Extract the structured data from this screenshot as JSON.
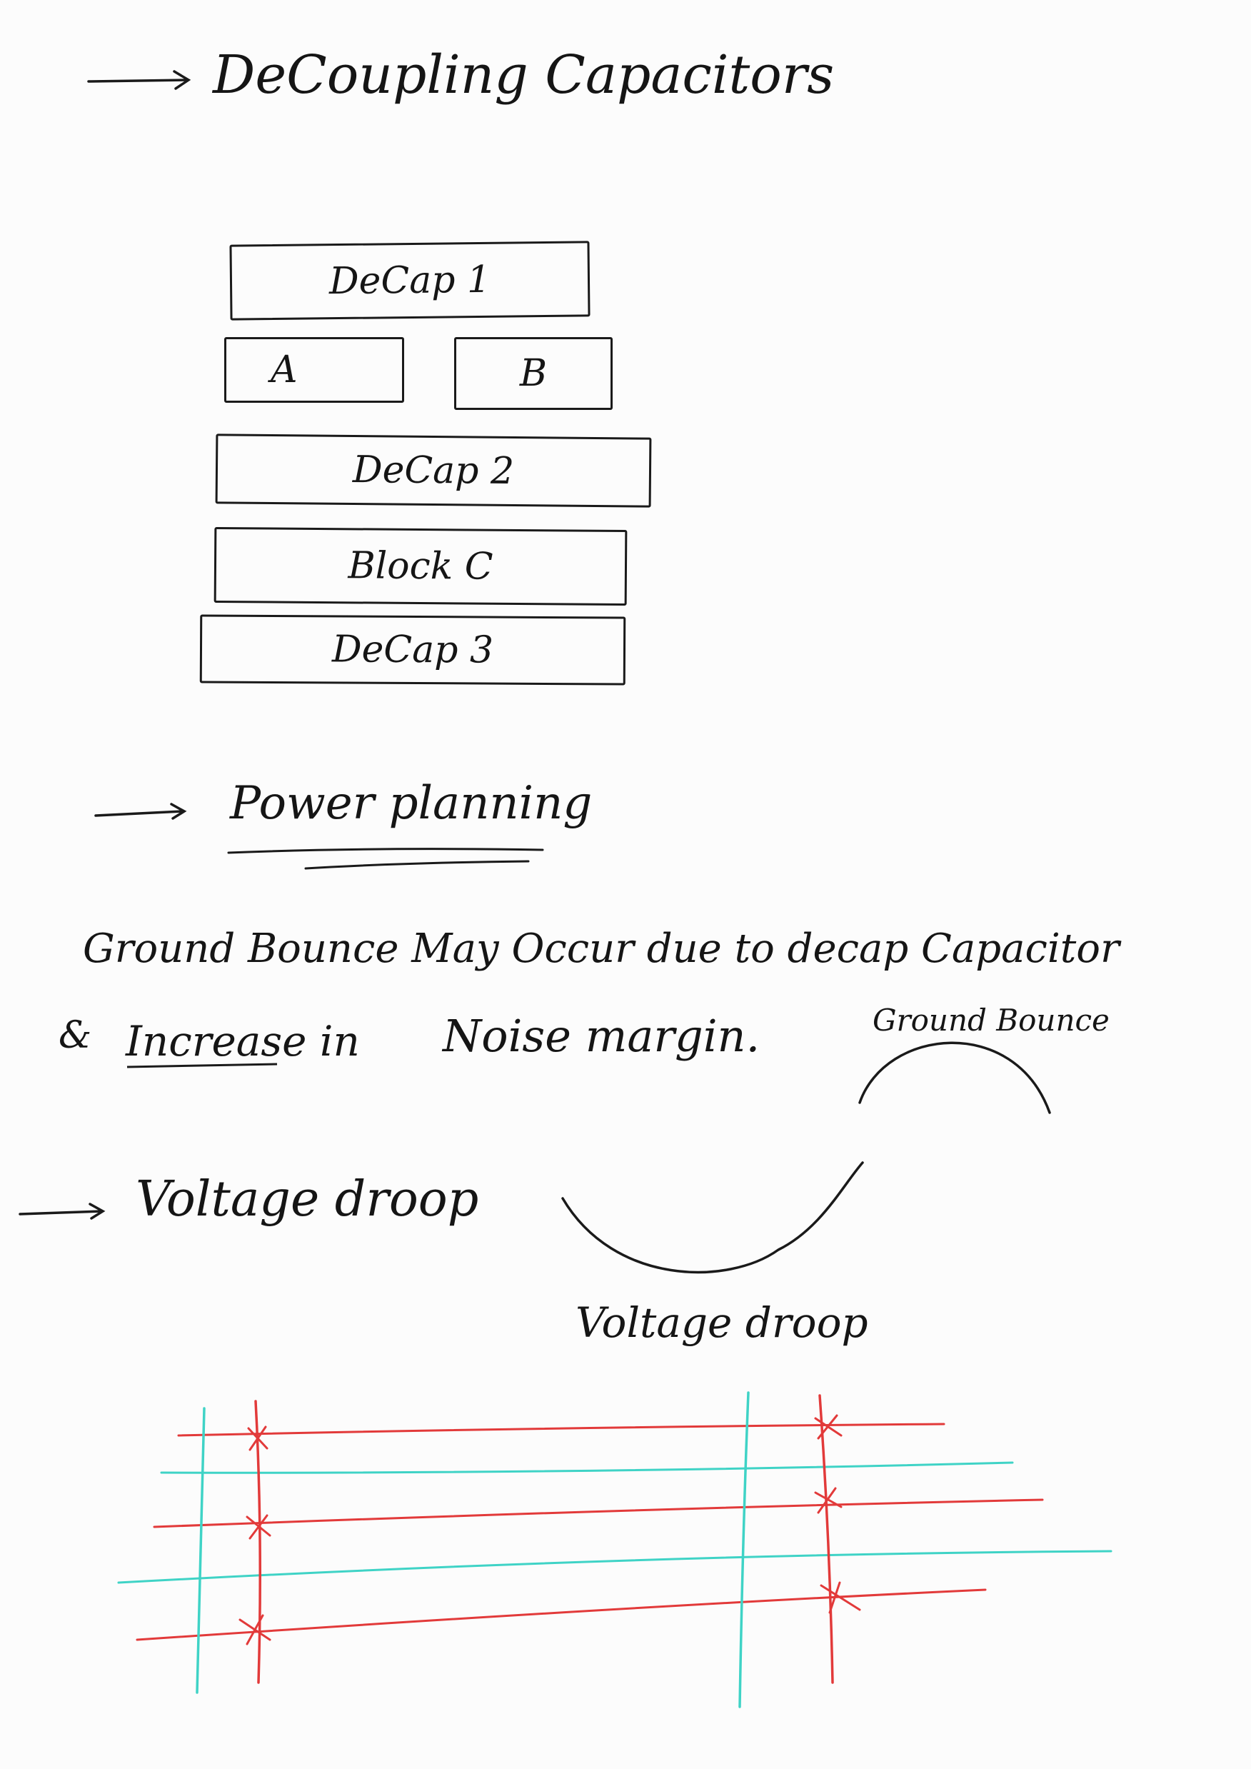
{
  "sections": {
    "decoupling_title": "DeCoupling Capacitors",
    "power_planning_title": "Power planning",
    "voltage_droop_title": "Voltage droop"
  },
  "blocks": {
    "decap1": "DeCap 1",
    "a": "A",
    "b": "B",
    "decap2": "DeCap 2",
    "block_c": "Block C",
    "decap3": "DeCap 3"
  },
  "notes": {
    "line1": "Ground Bounce May Occur due to decap Capacitor",
    "line2_prefix": "&",
    "line2_increase": "Increase in",
    "line2_noise": "Noise margin."
  },
  "curves": {
    "ground_bounce_label": "Ground Bounce",
    "voltage_droop_label": "Voltage droop"
  },
  "colors": {
    "ink": "#151515",
    "power_line": "#e23a3a",
    "ground_line": "#3fd3c6"
  }
}
